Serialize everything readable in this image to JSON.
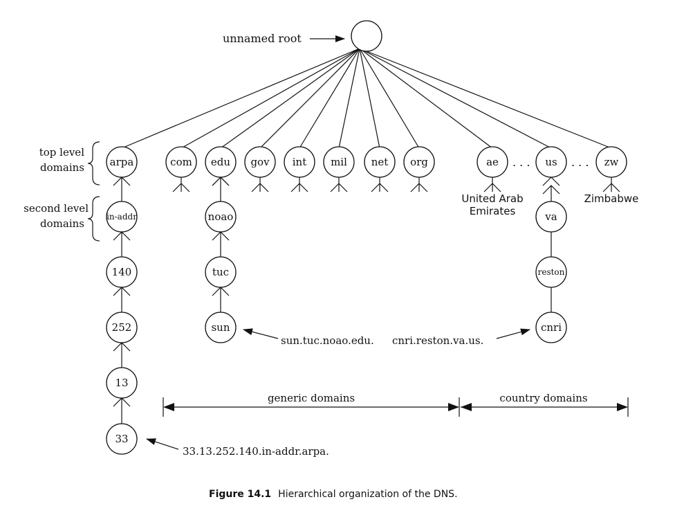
{
  "root_label": "unnamed root",
  "side_labels": {
    "top_line1": "top level",
    "top_line2": "domains",
    "second_line1": "second level",
    "second_line2": "domains"
  },
  "top_level": {
    "arpa": "arpa",
    "com": "com",
    "edu": "edu",
    "gov": "gov",
    "int": "int",
    "mil": "mil",
    "net": "net",
    "org": "org",
    "ae": "ae",
    "us": "us",
    "zw": "zw"
  },
  "ellipsis": ". . .",
  "country_names": {
    "ae_line1": "United Arab",
    "ae_line2": "Emirates",
    "zw": "Zimbabwe"
  },
  "arpa_chain": [
    "in-addr",
    "140",
    "252",
    "13",
    "33"
  ],
  "edu_chain": [
    "noao",
    "tuc",
    "sun"
  ],
  "us_chain": [
    "va",
    "reston",
    "cnri"
  ],
  "fqdn": {
    "sun": "sun.tuc.noao.edu.",
    "cnri": "cnri.reston.va.us.",
    "reverse": "33.13.252.140.in-addr.arpa."
  },
  "ranges": {
    "generic": "generic domains",
    "country": "country domains"
  },
  "caption": {
    "number": "Figure 14.1",
    "text": "Hierarchical organization of the DNS."
  }
}
